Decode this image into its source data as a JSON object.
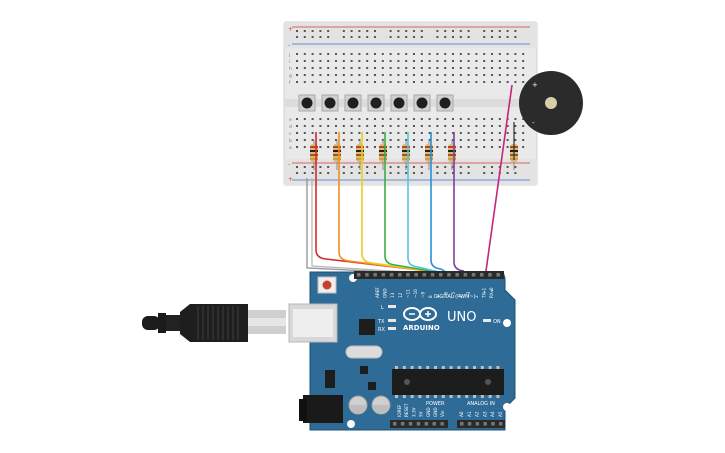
{
  "colors": {
    "board": "#2e6b96",
    "board_dark": "#1f4f72",
    "breadboard": "#e9e9e9",
    "rail_red": "#d63c3c",
    "rail_blue": "#3c6fd6",
    "header": "#2a2a2a",
    "buzzer": "#2b2b2b",
    "buzzer_center": "#d9cfa6",
    "pink_wire": "#c2277a",
    "gray_wire": "#9a9a9a"
  },
  "wires": [
    {
      "name": "red",
      "color": "#d22b2b"
    },
    {
      "name": "orange",
      "color": "#f0901e"
    },
    {
      "name": "yellow",
      "color": "#e8cf1c"
    },
    {
      "name": "green",
      "color": "#3aae45"
    },
    {
      "name": "cyan",
      "color": "#56c4d8"
    },
    {
      "name": "blue",
      "color": "#2a8fd6"
    },
    {
      "name": "purple",
      "color": "#7d3fa0"
    }
  ],
  "breadboard": {
    "row_letters_top": [
      "j",
      "i",
      "h",
      "g",
      "f"
    ],
    "row_letters_bottom": [
      "e",
      "d",
      "c",
      "b",
      "a"
    ],
    "rail_plus": "+",
    "rail_minus": "-"
  },
  "buzzer": {
    "plus": "+",
    "minus": "-"
  },
  "arduino": {
    "brand": "ARDUINO",
    "model": "UNO",
    "digital_label": "DIGITAL (PWM~)",
    "power_label": "POWER",
    "analog_label": "ANALOG IN",
    "on_label": "ON",
    "l_label": "L",
    "tx_label": "TX",
    "rx_label": "RX",
    "digital_pins": [
      "AREF",
      "GND",
      "13",
      "12",
      "~11",
      "~10",
      "~9",
      "8",
      "7",
      "~6",
      "~5",
      "4",
      "~3",
      "2",
      "TX▸1",
      "RX◂0"
    ],
    "power_pins": [
      "IOREF",
      "RESET",
      "3.3V",
      "5V",
      "GND",
      "GND",
      "Vin"
    ],
    "analog_pins": [
      "A0",
      "A1",
      "A2",
      "A3",
      "A4",
      "A5"
    ]
  }
}
